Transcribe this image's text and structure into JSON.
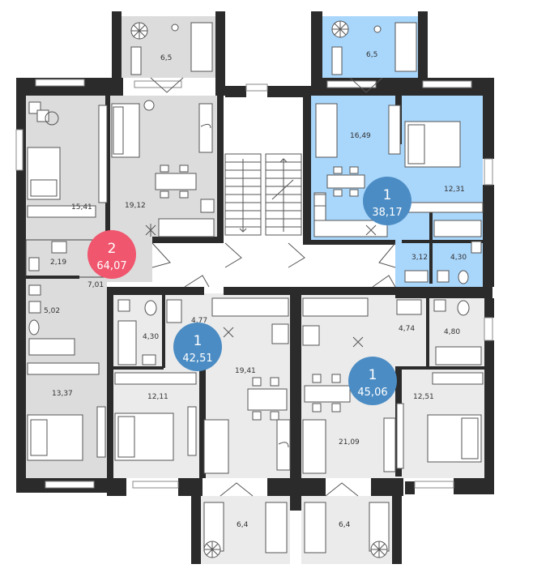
{
  "colors": {
    "wall": "#2b2b2b",
    "room_gray": "#dcdcdc",
    "room_light": "#ebebeb",
    "room_blue": "#a9d6fb",
    "badge_blue": "#4b8cc4",
    "badge_red": "#f0566e"
  },
  "apartments": [
    {
      "rooms": "2",
      "area": "64,07",
      "color": "#f0566e",
      "highlight": "none"
    },
    {
      "rooms": "1",
      "area": "38,17",
      "color": "#4b8cc4",
      "highlight": "blue"
    },
    {
      "rooms": "1",
      "area": "42,51",
      "color": "#4b8cc4",
      "highlight": "none"
    },
    {
      "rooms": "1",
      "area": "45,06",
      "color": "#4b8cc4",
      "highlight": "none"
    }
  ],
  "room_areas": {
    "balcony_top_left": "6,5",
    "balcony_top_right": "6,5",
    "bedroom_top_left": "15,41",
    "kitchen_top_left": "19,12",
    "bath_top_left": "2,19",
    "hall_left": "7,01",
    "bath_left": "5,02",
    "bedroom_left_bottom": "13,37",
    "kitchen_top_right": "16,49",
    "bedroom_top_right": "12,31",
    "hall_top_right": "3,12",
    "bath_top_right": "4,30",
    "hall_mid_left": "4,77",
    "bath_mid_left": "4,30",
    "kitchen_mid_left": "19,41",
    "bedroom_mid_left": "12,11",
    "hall_mid_right": "4,74",
    "bath_mid_right": "4,80",
    "kitchen_mid_right": "21,09",
    "bedroom_mid_right": "12,51",
    "balcony_bottom_left": "6,4",
    "balcony_bottom_right": "6,4"
  },
  "icons": [
    "plant-icon",
    "bed-icon",
    "sofa-icon",
    "table-icon",
    "stove-icon",
    "bathtub-icon",
    "toilet-icon",
    "sink-icon",
    "washing-machine-icon",
    "snowflake-icon",
    "stairs-icon"
  ]
}
